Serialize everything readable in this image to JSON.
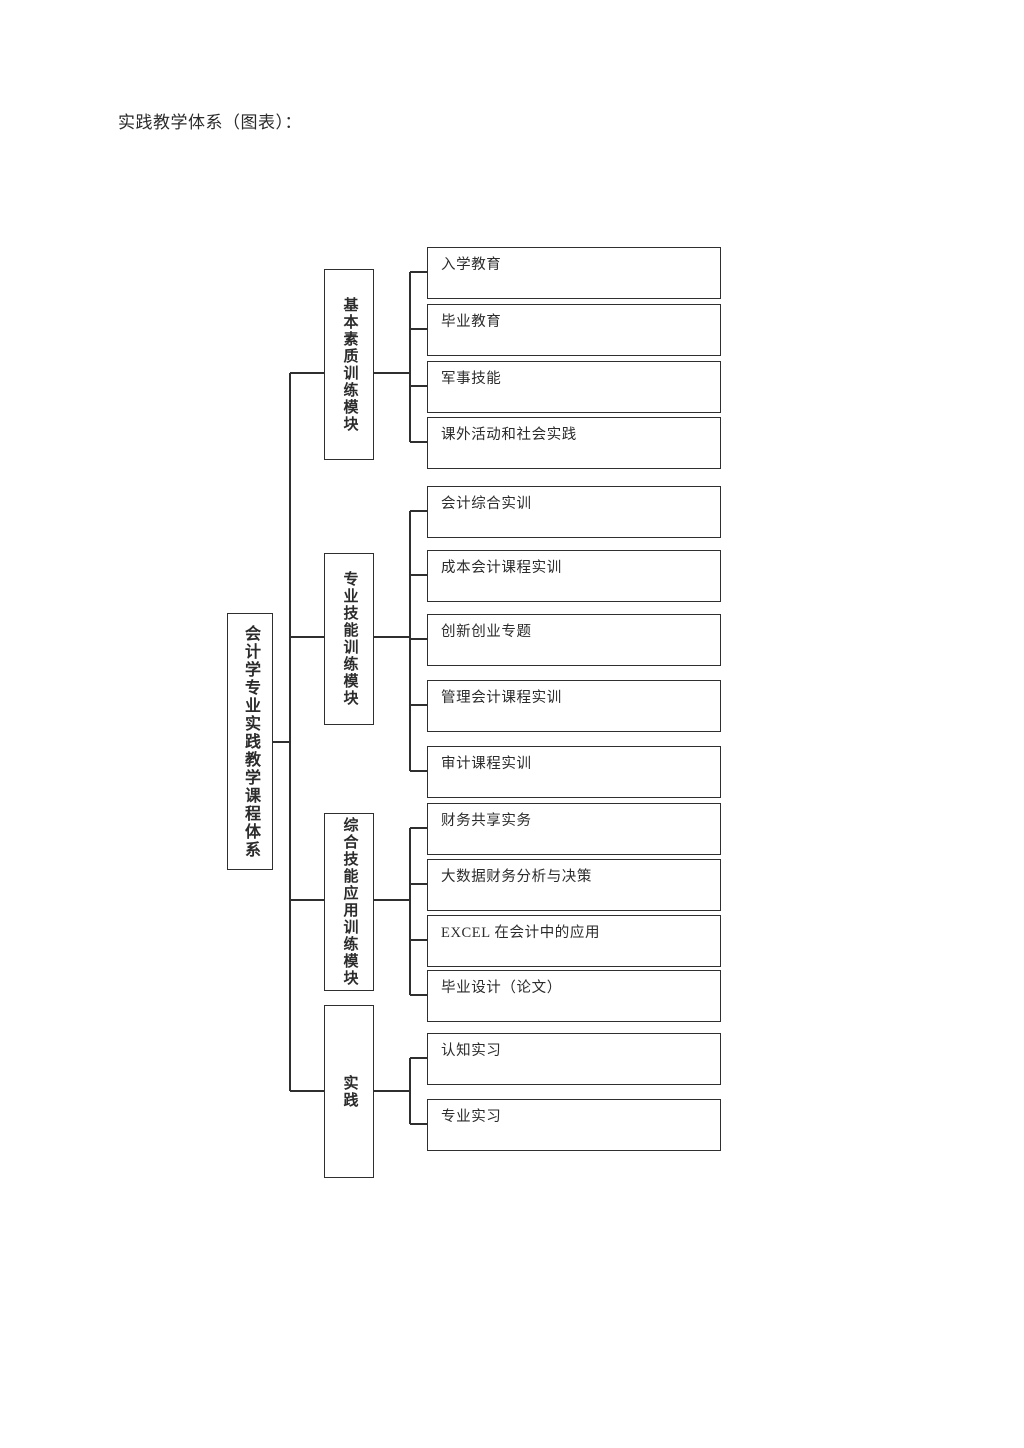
{
  "page": {
    "heading": "实践教学体系（图表）："
  },
  "diagram": {
    "type": "tree-org-chart",
    "orientation": "left-to-right",
    "line_color": "#2f2f2f",
    "box_border_color": "#2f2f2f",
    "box_fill_color": "#ffffff",
    "text_color": "#2b2b2b",
    "root": {
      "label": "会计学专业实践教学课程体系",
      "text_direction": "vertical"
    },
    "modules": [
      {
        "label": "基本素质训练模块",
        "text_direction": "vertical",
        "children": [
          {
            "label": "入学教育"
          },
          {
            "label": "毕业教育"
          },
          {
            "label": "军事技能"
          },
          {
            "label": "课外活动和社会实践"
          }
        ]
      },
      {
        "label": "专业技能训练模块",
        "text_direction": "vertical",
        "children": [
          {
            "label": "会计综合实训"
          },
          {
            "label": "成本会计课程实训"
          },
          {
            "label": "创新创业专题"
          },
          {
            "label": "管理会计课程实训"
          },
          {
            "label": "审计课程实训"
          }
        ]
      },
      {
        "label": "综合技能应用训练模块",
        "text_direction": "vertical",
        "children": [
          {
            "label": "财务共享实务"
          },
          {
            "label": "大数据财务分析与决策"
          },
          {
            "label": "EXCEL 在会计中的应用"
          },
          {
            "label": "毕业设计（论文）"
          }
        ]
      },
      {
        "label": "实践",
        "text_direction": "vertical",
        "children": [
          {
            "label": "认知实习"
          },
          {
            "label": "专业实习"
          }
        ]
      }
    ]
  }
}
